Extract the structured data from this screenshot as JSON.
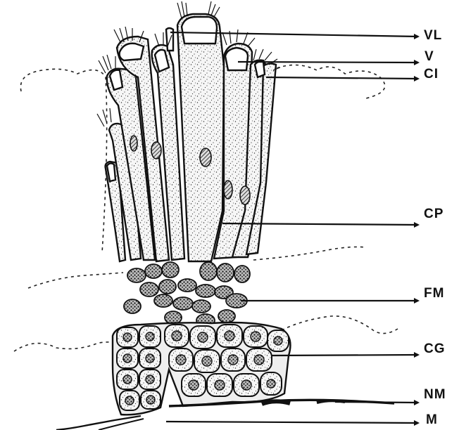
{
  "labels": {
    "vl": "VL",
    "v": "V",
    "ci": "CI",
    "cp": "CP",
    "fm": "FM",
    "cg": "CG",
    "nm": "NM",
    "m": "M"
  }
}
